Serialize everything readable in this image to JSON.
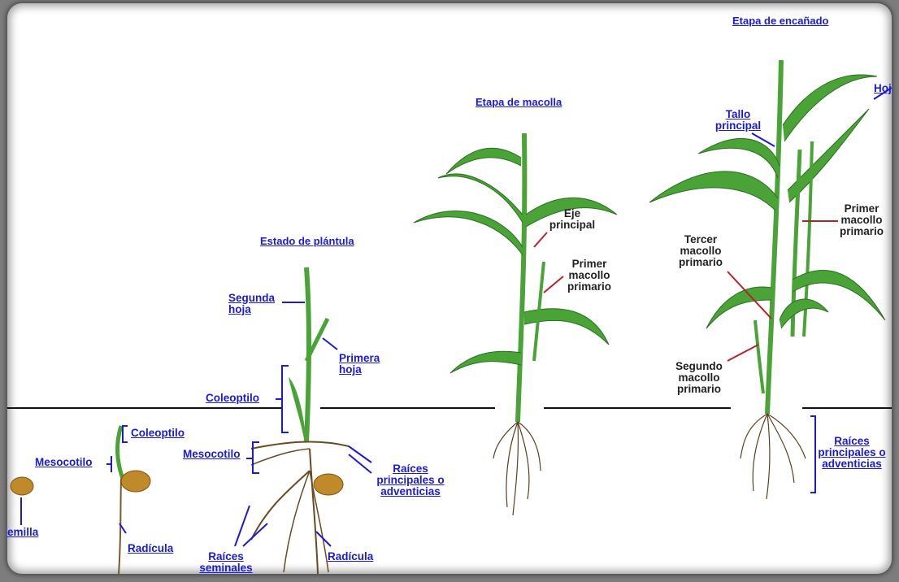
{
  "stages": {
    "plantula": "Estado de plántula",
    "macolla": "Etapa de macolla",
    "encanado": "Etapa de encañado"
  },
  "labels": {
    "semilla": "emilla",
    "mesocotilo_1": "Mesocotilo",
    "coleoptilo_1": "Coleoptilo",
    "radicula_1": "Radícula",
    "segunda_hoja": "Segunda hoja",
    "primera_hoja": "Primera hoja",
    "coleoptilo_2": "Coleoptilo",
    "mesocotilo_2": "Mesocotilo",
    "raices_adv_1": "Raíces principales o adventicias",
    "raices_seminales": "Raíces seminales",
    "radicula_2": "Radícula",
    "eje_principal": "Eje principal",
    "primer_macollo_1": "Primer macollo primario",
    "tallo_principal": "Tallo principal",
    "hoja": "Hoja",
    "primer_macollo_2": "Primer macollo primario",
    "tercer_macollo": "Tercer macollo primario",
    "segundo_macollo": "Segundo macollo primario",
    "raices_adv_2": "Raíces principales o adventicias"
  },
  "colors": {
    "leaf": "#49a336",
    "leaf_dark": "#2c6e21",
    "root": "#6b4a22",
    "seed": "#c08a2a",
    "label_blue": "#1a1ad8",
    "leader_red": "#b8202a"
  }
}
